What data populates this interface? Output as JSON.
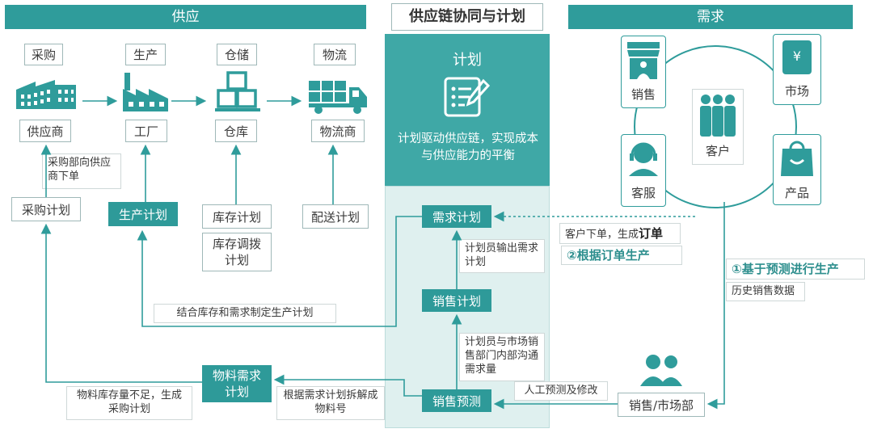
{
  "headers": {
    "supply": "供应",
    "center": "供应链协同与计划",
    "demand": "需求"
  },
  "supply": {
    "stages": [
      {
        "label": "采购",
        "node": "供应商"
      },
      {
        "label": "生产",
        "node": "工厂"
      },
      {
        "label": "仓储",
        "node": "仓库"
      },
      {
        "label": "物流",
        "node": "物流商"
      }
    ],
    "plans": {
      "purchase": "采购计划",
      "production": "生产计划",
      "inventory": "库存计划",
      "transfer": "库存调拨计划",
      "delivery": "配送计划",
      "material": "物料需求计划"
    },
    "notes": {
      "purchase_order": "采购部向供应商下单",
      "production_rule": "结合库存和需求制定生产计划",
      "shortage": "物料库存量不足，生成采购计划",
      "split": "根据需求计划拆解成物料号"
    }
  },
  "planning": {
    "title": "计划",
    "desc": "计划驱动供应链，实现成本与供应能力的平衡",
    "demand_plan": "需求计划",
    "demand_note": "计划员输出需求计划",
    "sales_plan": "销售计划",
    "sales_note": "计划员与市场销售部门内部沟通需求量",
    "sales_forecast": "销售预测"
  },
  "demand": {
    "nodes": {
      "sales": "销售",
      "market": "市场",
      "customer": "客户",
      "service": "客服",
      "product": "产品"
    },
    "dept": "销售/市场部",
    "order_note_prefix": "客户下单，生成",
    "order_note_bold": "订单",
    "by_order": "②根据订单生产",
    "by_forecast": "①基于预测进行生产",
    "history": "历史销售数据",
    "manual": "人工预测及修改"
  },
  "colors": {
    "teal": "#2f9c9b",
    "panel": "#3fa8a6",
    "light_panel": "#dff0ef"
  }
}
